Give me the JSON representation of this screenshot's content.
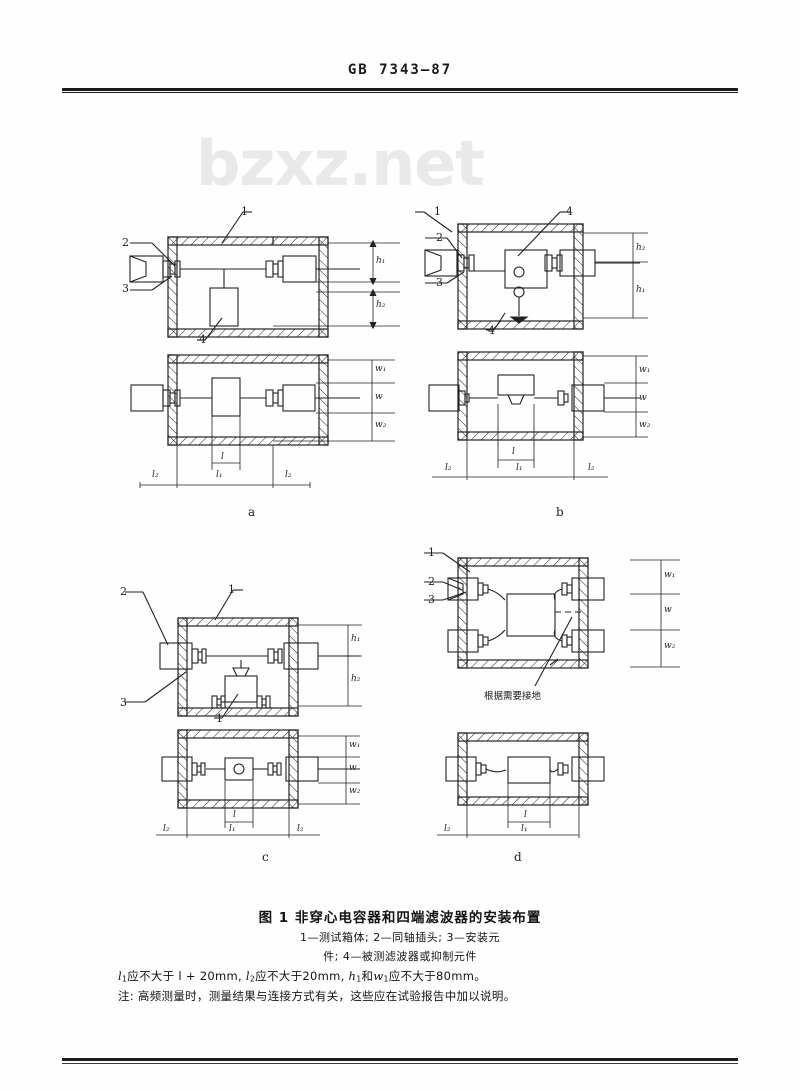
{
  "header": {
    "standard_code": "GB 7343—87"
  },
  "watermark": {
    "text": "bzxz.net"
  },
  "figure": {
    "caption_title": "图 1  非穿心电容器和四端滤波器的安装布置",
    "legend_line1": "1—测试箱体;  2—同轴插头;  3—安装元",
    "legend_line2": "件;  4—被测滤波器或抑制元件",
    "sub_labels": [
      "a",
      "b",
      "c",
      "d"
    ],
    "callouts": [
      "1",
      "2",
      "3",
      "4"
    ],
    "annotation_d": "根据需要接地",
    "dimensions": {
      "h1": "h₁",
      "h2": "h₂",
      "w": "w",
      "w1": "w₁",
      "w2": "w₂",
      "l": "l",
      "l1": "l₁",
      "l2": "l₂"
    }
  },
  "notes": {
    "line1_parts": {
      "a": "l",
      "a_sub": "1",
      "b": "应不大于 l + 20mm,  ",
      "c": "l",
      "c_sub": "2",
      "d": "应不大于20mm,  ",
      "e": "h",
      "e_sub": "1",
      "f": "和",
      "g": "w",
      "g_sub": "1",
      "h": "应不大于80mm。"
    },
    "line1_plain": "l₁应不大于l+20mm, l₂应不大于20mm, h₁和w₁应不大于80mm。",
    "line2": "注: 高频测量时，测量结果与连接方式有关，这些应在试验报告中加以说明。"
  }
}
